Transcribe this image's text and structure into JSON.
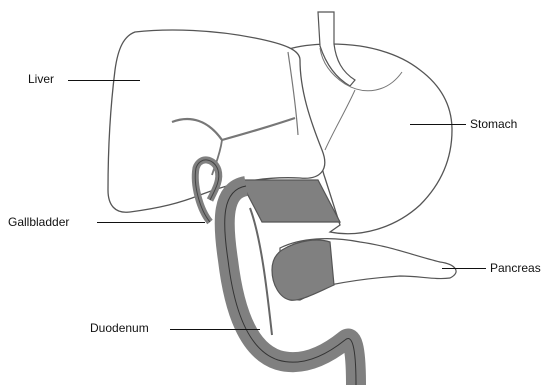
{
  "figure": {
    "labels": {
      "liver": "Liver",
      "stomach": "Stomach",
      "gallbladder": "Gallbladder",
      "pancreas": "Pancreas",
      "duodenum": "Duodenum"
    },
    "colors": {
      "outline": "#555555",
      "fill_organ": "#ffffff",
      "fill_shaded": "#808080",
      "leader": "#111111",
      "text": "#111111"
    }
  }
}
